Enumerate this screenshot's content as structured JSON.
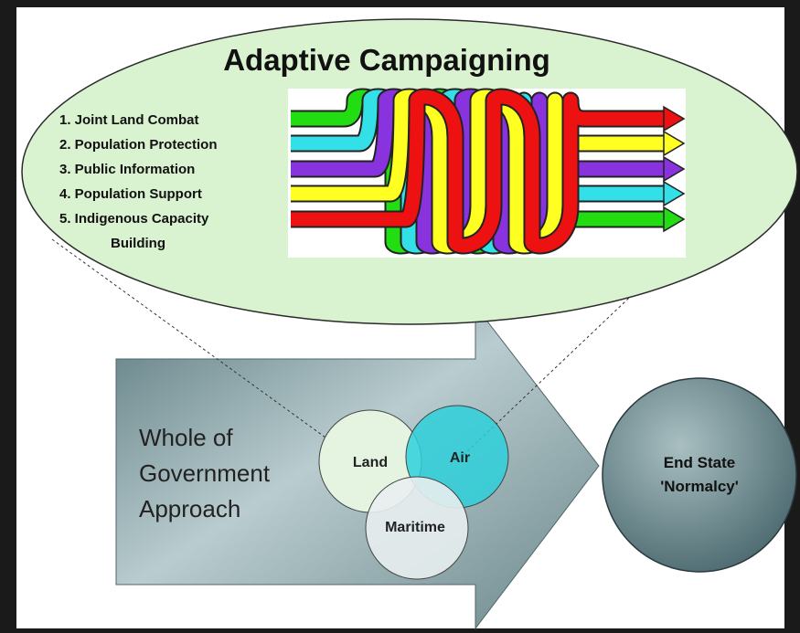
{
  "title": "Adaptive Campaigning",
  "lines_of_operation": [
    "1.  Joint Land Combat",
    "2.  Population Protection",
    "3.  Public Information",
    "4.  Population Support",
    "5.  Indigenous Capacity",
    "Building"
  ],
  "approach": [
    "Whole of",
    "Government",
    "Approach"
  ],
  "venn": {
    "land": "Land",
    "air": "Air",
    "maritime": "Maritime"
  },
  "end_state": [
    "End State",
    "'Normalcy'"
  ],
  "colors": {
    "ellipse_fill": "#d9f2d0",
    "strand_1": "#22dd11",
    "strand_2": "#33e0e8",
    "strand_3": "#8833dd",
    "strand_4": "#ffff22",
    "strand_5": "#ee1111",
    "arrow_fill": "#7f9ea2",
    "circle_fill": "#6d8a90"
  }
}
